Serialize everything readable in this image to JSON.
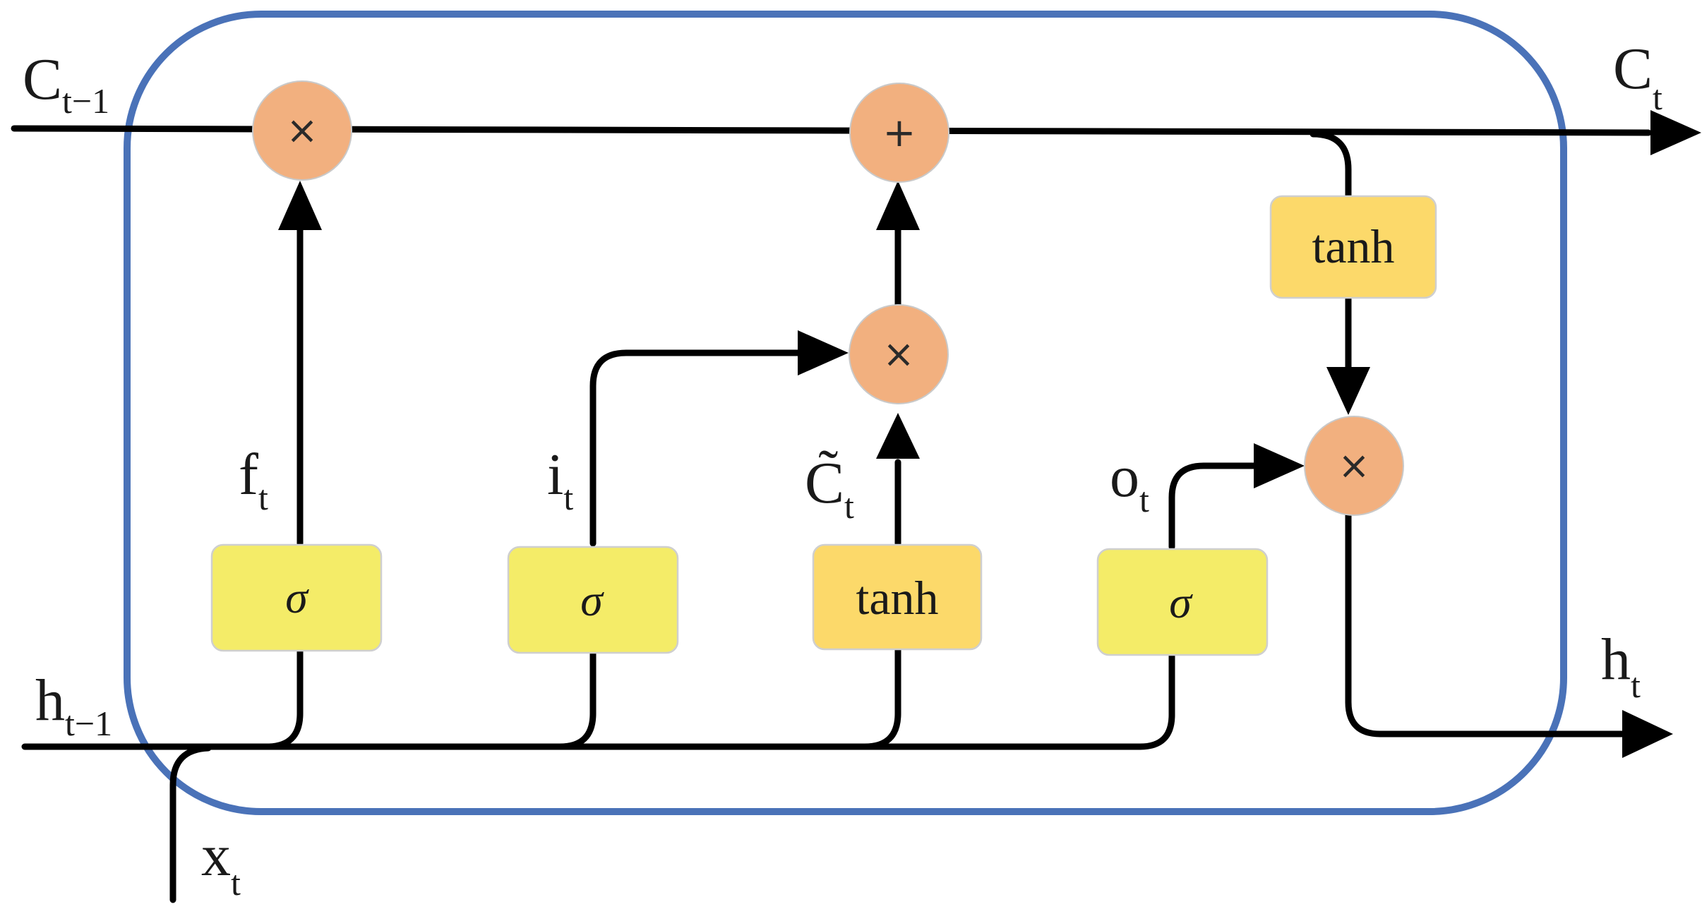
{
  "colors": {
    "cell_border": "#4a72b8",
    "op_node_fill": "#f2b07f",
    "sigmoid_fill": "#f4ec68",
    "tanh_fill": "#fcd96a",
    "line": "#000000"
  },
  "gates": {
    "forget": {
      "symbol": "σ"
    },
    "input": {
      "symbol": "σ"
    },
    "candidate": {
      "symbol": "tanh"
    },
    "output": {
      "symbol": "σ"
    },
    "cell_tanh": {
      "symbol": "tanh"
    }
  },
  "operations": {
    "forget_multiply": "×",
    "cell_add": "+",
    "input_multiply": "×",
    "output_multiply": "×"
  },
  "labels": {
    "c_prev": {
      "base": "C",
      "sub": "t−1"
    },
    "c_next": {
      "base": "C",
      "sub": "t"
    },
    "h_prev": {
      "base": "h",
      "sub": "t−1"
    },
    "h_next": {
      "base": "h",
      "sub": "t"
    },
    "x_in": {
      "base": "x",
      "sub": "t"
    },
    "f_gate": {
      "base": "f",
      "sub": "t"
    },
    "i_gate": {
      "base": "i",
      "sub": "t"
    },
    "c_tilde": {
      "base": "C̃",
      "sub": "t"
    },
    "o_gate": {
      "base": "o",
      "sub": "t"
    }
  }
}
